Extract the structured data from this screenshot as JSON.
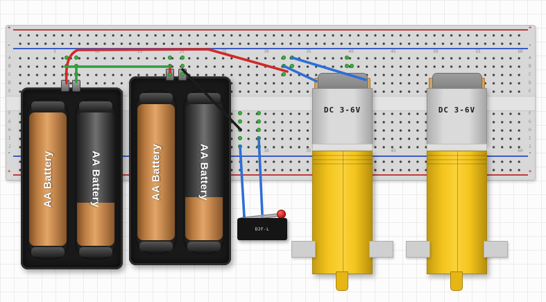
{
  "breadboard": {
    "column_numbers": [
      "5",
      "10",
      "15",
      "20",
      "25",
      "30",
      "35",
      "40",
      "45",
      "50",
      "55",
      "60"
    ],
    "row_letters_top": "A\nB\nC\nD\nE",
    "row_letters_bottom": "F\nG\nH\nI\nJ",
    "rails": {
      "plus": "+",
      "minus": "-"
    },
    "colors": {
      "board": "#d8d8d8",
      "positive_rail": "#c23b3b",
      "negative_rail": "#3b5bc2",
      "connected_hole": "#3fae3f"
    }
  },
  "battery_packs": {
    "label": "AA Battery"
  },
  "motors": {
    "label": "DC 3-6V"
  },
  "micro_switch": {
    "label": "D2F-L"
  },
  "wires": {
    "red": "#cf2a27",
    "black": "#1c1c1c",
    "green": "#2f9e41",
    "blue": "#2e6fd4"
  }
}
